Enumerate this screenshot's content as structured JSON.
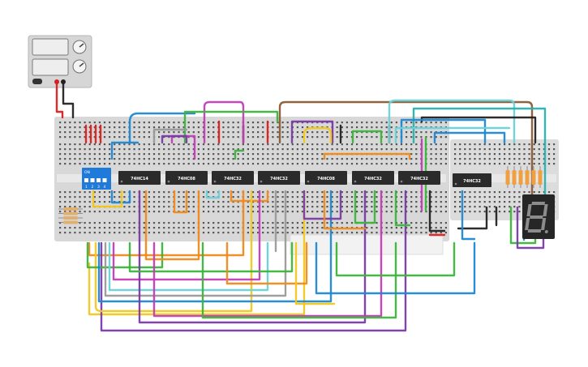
{
  "chips": [
    {
      "label": "74HC14"
    },
    {
      "label": "74HC08"
    },
    {
      "label": "74HC32"
    },
    {
      "label": "74HC32"
    },
    {
      "label": "74HC08"
    },
    {
      "label": "74HC32"
    },
    {
      "label": "74HC32"
    },
    {
      "label": "74HC32"
    }
  ],
  "dip_switch": {
    "label": "ON",
    "positions": [
      "1",
      "2",
      "3",
      "4"
    ],
    "states": [
      1,
      1,
      1,
      1
    ]
  },
  "seven_segment": {
    "digit": "8"
  },
  "colors": {
    "board": "#dcdcdc",
    "board_light": "#eeeeee",
    "chip": "#2b2b2b",
    "dip": "#1f7ad9",
    "power_supply": "#d9d9d9",
    "display": "#222222"
  }
}
